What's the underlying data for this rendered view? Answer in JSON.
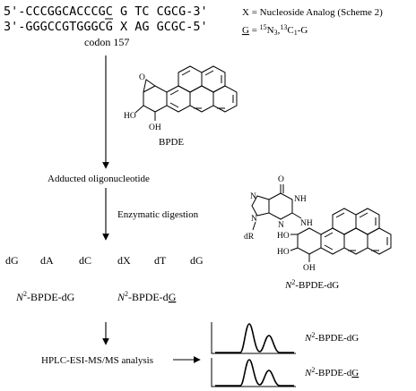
{
  "sequence": {
    "top_strand": "5'-CCCGGCACCCGC G TC CGCG-3'",
    "bottom_strand": "3'-GGGCCGTGGGCG X AG GCGC-5'",
    "codon_label": "codon 157"
  },
  "legend": {
    "x_line_prefix": "X = Nucleoside Analog (Scheme 2)",
    "g_symbol": "G",
    "g_line_eq": " = ",
    "n_mass": "15",
    "n_element": "N",
    "n_count": "3",
    "c_mass": "13",
    "c_element": "C",
    "c_count": "1",
    "g_suffix": "-G"
  },
  "bpde_structure": {
    "label": "BPDE",
    "atoms": {
      "epoxide_o": "O",
      "oh_1": "HO",
      "oh_2": "OH"
    }
  },
  "adduct_structure": {
    "label_superscript": "2",
    "label_prefix": "N",
    "label_suffix": "-BPDE-dG",
    "atoms": {
      "carbonyl_o": "O",
      "n7": "N",
      "n1": "NH",
      "n9": "N",
      "n3": "N",
      "nh_link": "NH",
      "sugar": "dR",
      "oh_a": "HO",
      "oh_b": "HO",
      "oh_c": "OH"
    }
  },
  "steps": {
    "step1": "Adducted oligonucleotide",
    "step2": "Enzymatic digestion",
    "step3": "HPLC-ESI-MS/MS analysis"
  },
  "nucleosides": [
    "dG",
    "dA",
    "dC",
    "dX",
    "dT",
    "dG"
  ],
  "products": {
    "left": {
      "prefix": "N",
      "sup": "2",
      "suffix": "-BPDE-dG"
    },
    "right": {
      "prefix": "N",
      "sup": "2",
      "suffix_main": "-BPDE-d",
      "suffix_underlined": "G"
    }
  },
  "chromatograms": [
    {
      "prefix": "N",
      "sup": "2",
      "suffix_main": "-BPDE-dG",
      "suffix_underlined": ""
    },
    {
      "prefix": "N",
      "sup": "2",
      "suffix_main": "-BPDE-d",
      "suffix_underlined": "G"
    }
  ]
}
